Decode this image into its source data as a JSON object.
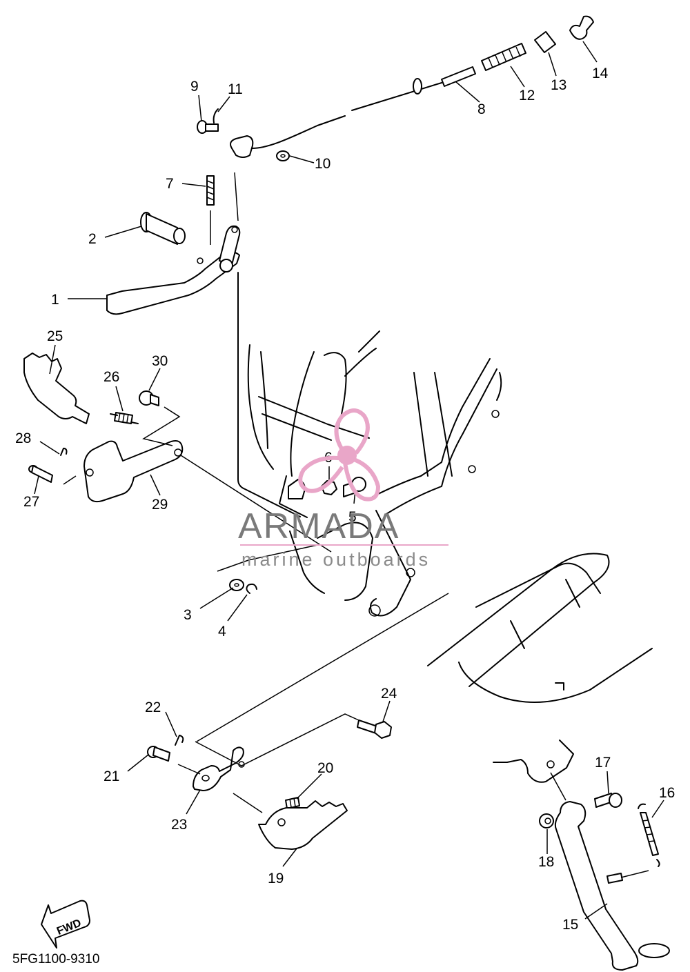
{
  "diagram_code": "5FG1100-9310",
  "fwd_label": "FWD",
  "watermark": {
    "brand": "ARMADA",
    "tagline": "marine outboards",
    "color": "#e9a6c8"
  },
  "callouts": [
    {
      "id": "1",
      "label": "1"
    },
    {
      "id": "2",
      "label": "2"
    },
    {
      "id": "3",
      "label": "3"
    },
    {
      "id": "4",
      "label": "4"
    },
    {
      "id": "5",
      "label": "5"
    },
    {
      "id": "6",
      "label": "6"
    },
    {
      "id": "7",
      "label": "7"
    },
    {
      "id": "8",
      "label": "8"
    },
    {
      "id": "9",
      "label": "9"
    },
    {
      "id": "10",
      "label": "10"
    },
    {
      "id": "11",
      "label": "11"
    },
    {
      "id": "12",
      "label": "12"
    },
    {
      "id": "13",
      "label": "13"
    },
    {
      "id": "14",
      "label": "14"
    },
    {
      "id": "15",
      "label": "15"
    },
    {
      "id": "16",
      "label": "16"
    },
    {
      "id": "17",
      "label": "17"
    },
    {
      "id": "18",
      "label": "18"
    },
    {
      "id": "19",
      "label": "19"
    },
    {
      "id": "20",
      "label": "20"
    },
    {
      "id": "21",
      "label": "21"
    },
    {
      "id": "22",
      "label": "22"
    },
    {
      "id": "23",
      "label": "23"
    },
    {
      "id": "24",
      "label": "24"
    },
    {
      "id": "25",
      "label": "25"
    },
    {
      "id": "26",
      "label": "26"
    },
    {
      "id": "27",
      "label": "27"
    },
    {
      "id": "28",
      "label": "28"
    },
    {
      "id": "29",
      "label": "29"
    },
    {
      "id": "30",
      "label": "30"
    }
  ]
}
